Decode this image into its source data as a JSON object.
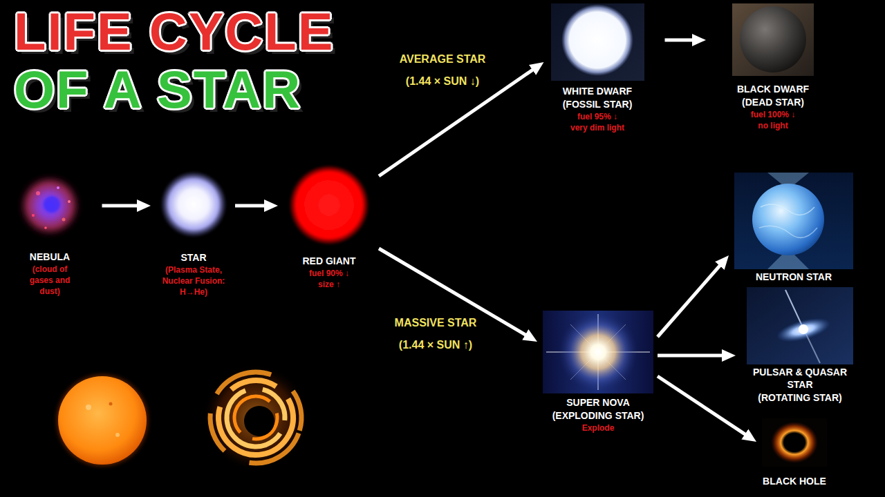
{
  "diagram": {
    "title": "LIFE CYCLE OF A STAR",
    "nodes": [
      {
        "text": [
          "NEBULA",
          "(cloud of gases and dust)"
        ]
      },
      {
        "text": [
          "STAR",
          "(Plasma State, Nuclear Fusion: H→He)"
        ]
      },
      {
        "text": [
          "RED GIANT",
          "fuel 90% ↓ size ↑"
        ]
      },
      {
        "text": [
          "WHITE DWARF",
          "(FOSSIL STAR)",
          "fuel 95% ↓ very dim light"
        ]
      },
      {
        "text": [
          "BLACK DWARF",
          "(DEAD STAR)",
          "fuel 100% ↓ no light"
        ]
      },
      {
        "text": [
          "SUPER NOVA",
          "(EXPLODING STAR)",
          "Explode"
        ]
      },
      {
        "text": [
          "NEUTRON STAR"
        ]
      },
      {
        "text": [
          "PULSAR & QUASAR STAR",
          "(ROTATING STAR)"
        ]
      },
      {
        "text": [
          "BLACK HOLE"
        ]
      }
    ],
    "edges": [
      {
        "from": 0,
        "to": 1,
        "arrow": "to"
      },
      {
        "from": 1,
        "to": 2,
        "arrow": "to"
      },
      {
        "from": 2,
        "to": 3,
        "arrow": "to",
        "label": "AVERAGE STAR (1.44 × SUN ↓)"
      },
      {
        "from": 3,
        "to": 4,
        "arrow": "to"
      },
      {
        "from": 2,
        "to": 5,
        "arrow": "to",
        "label": "MASSIVE STAR (1.44 × SUN ↑)"
      },
      {
        "from": 5,
        "to": 6,
        "arrow": "to"
      },
      {
        "from": 5,
        "to": 7,
        "arrow": "to"
      },
      {
        "from": 5,
        "to": 8,
        "arrow": "to"
      }
    ]
  }
}
